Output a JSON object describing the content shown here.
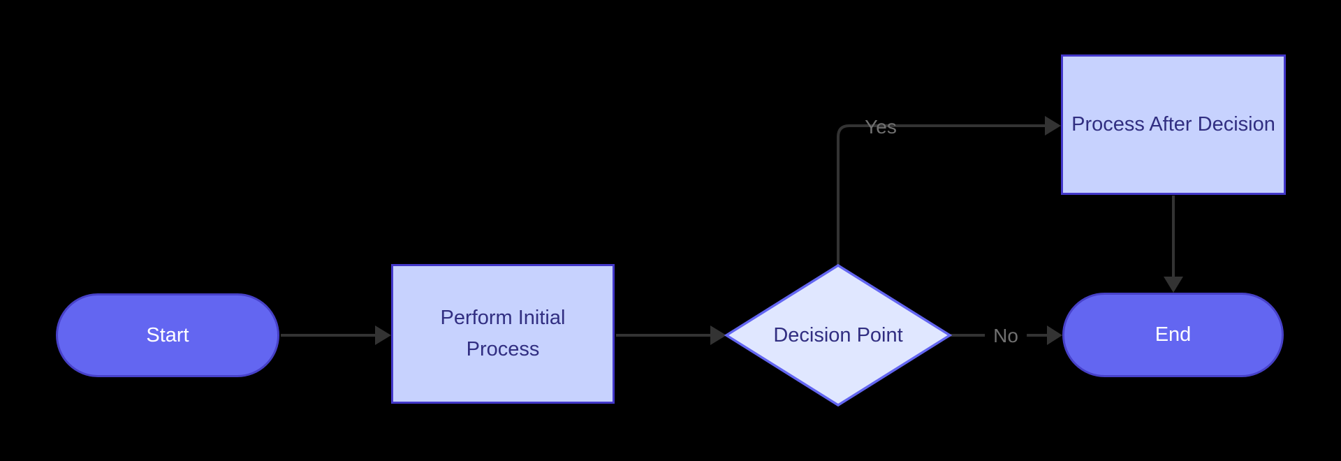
{
  "diagram": {
    "type": "flowchart",
    "direction": "left-to-right",
    "nodes": {
      "start": {
        "label": "Start",
        "shape": "stadium"
      },
      "initial_process": {
        "label": "Perform Initial Process",
        "shape": "rectangle"
      },
      "decision": {
        "label": "Decision Point",
        "shape": "diamond"
      },
      "after_decision": {
        "label": "Process After Decision",
        "shape": "rectangle"
      },
      "end": {
        "label": "End",
        "shape": "stadium"
      }
    },
    "edges": [
      {
        "from": "start",
        "to": "initial_process",
        "label": ""
      },
      {
        "from": "initial_process",
        "to": "decision",
        "label": ""
      },
      {
        "from": "decision",
        "to": "after_decision",
        "label": "Yes"
      },
      {
        "from": "decision",
        "to": "end",
        "label": "No"
      },
      {
        "from": "after_decision",
        "to": "end",
        "label": ""
      }
    ],
    "colors": {
      "background": "#000000",
      "stadium_fill": "#6366f1",
      "stadium_border": "#4741c9",
      "rect_fill": "#c7d2fe",
      "rect_border": "#4338ca",
      "diamond_fill": "#e0e7ff",
      "diamond_border": "#6366f1",
      "node_text_dark": "#312e81",
      "node_text_light": "#ffffff",
      "edge_line": "#333333",
      "edge_label_text": "#707070"
    }
  }
}
